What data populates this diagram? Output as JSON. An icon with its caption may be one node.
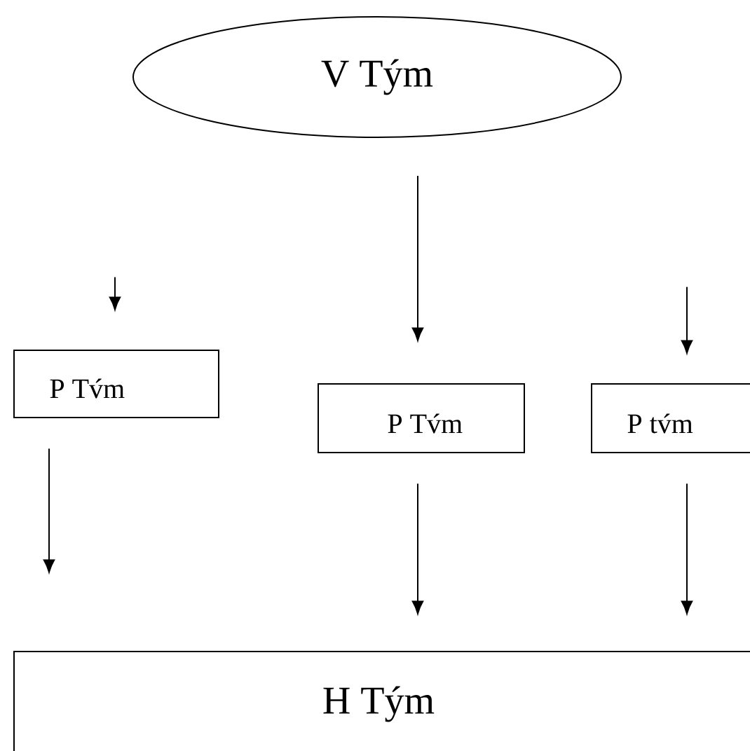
{
  "diagram": {
    "nodes": [
      {
        "text": [
          "V Tým"
        ]
      },
      {
        "text": [
          "P Tv́m"
        ]
      },
      {
        "text": [
          "P Tv́m"
        ]
      },
      {
        "text": [
          "P tv́m"
        ]
      },
      {
        "text": [
          "H Tým"
        ]
      }
    ],
    "edges": [
      {
        "from": null,
        "to": 1,
        "arrow": "to"
      },
      {
        "from": 0,
        "to": 2,
        "arrow": "to"
      },
      {
        "from": null,
        "to": 3,
        "arrow": "to"
      },
      {
        "from": 1,
        "to": null,
        "arrow": "to"
      },
      {
        "from": 2,
        "to": 4,
        "arrow": "to"
      },
      {
        "from": 3,
        "to": 4,
        "arrow": "to"
      }
    ]
  }
}
